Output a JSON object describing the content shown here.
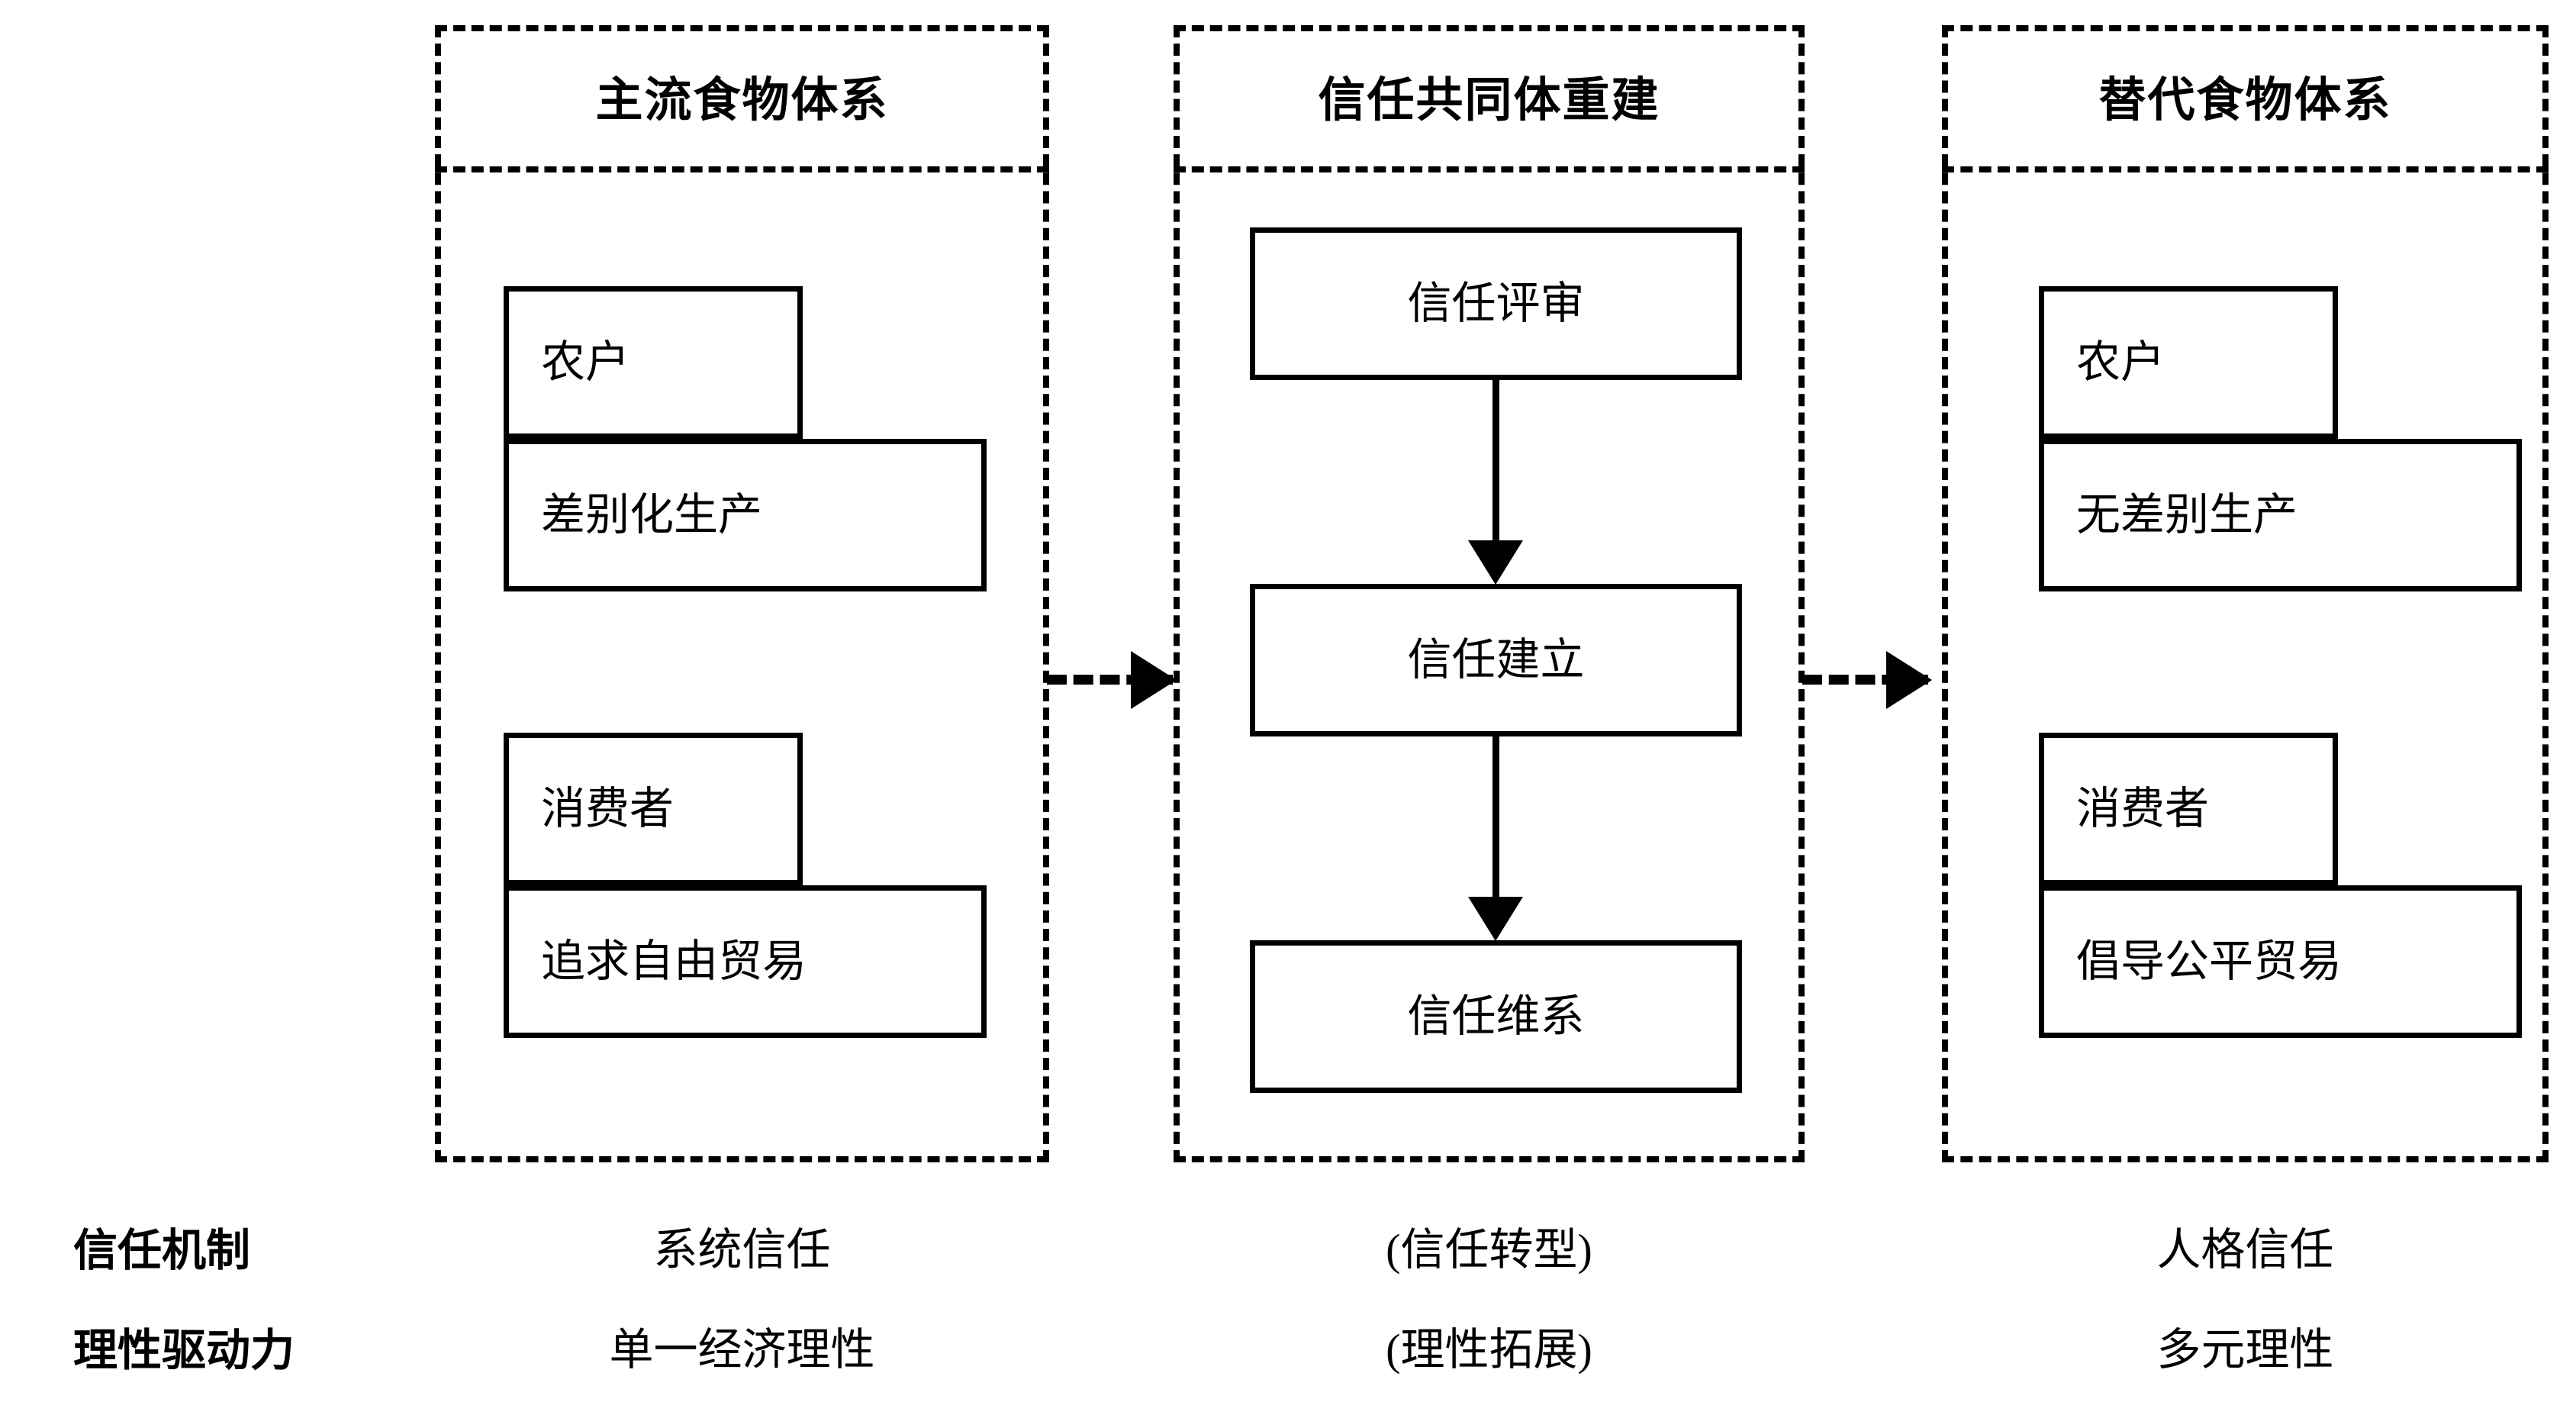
{
  "diagram": {
    "panels": [
      {
        "id": "mainstream",
        "title": "主流食物体系",
        "groups": [
          {
            "actor": "农户",
            "attribute": "差别化生产"
          },
          {
            "actor": "消费者",
            "attribute": "追求自由贸易"
          }
        ]
      },
      {
        "id": "trust-community",
        "title": "信任共同体重建",
        "steps": [
          "信任评审",
          "信任建立",
          "信任维系"
        ]
      },
      {
        "id": "alternative",
        "title": "替代食物体系",
        "groups": [
          {
            "actor": "农户",
            "attribute": "无差别生产"
          },
          {
            "actor": "消费者",
            "attribute": "倡导公平贸易"
          }
        ]
      }
    ],
    "connectors": [
      {
        "id": "left-to-middle",
        "style": "dashed",
        "direction": "right"
      },
      {
        "id": "middle-to-right",
        "style": "dashed",
        "direction": "right"
      },
      {
        "id": "step1-to-step2",
        "style": "solid",
        "direction": "down"
      },
      {
        "id": "step2-to-step3",
        "style": "solid",
        "direction": "down"
      }
    ],
    "matrix": {
      "rows": [
        {
          "label": "信任机制",
          "values": [
            "系统信任",
            "(信任转型)",
            "人格信任"
          ]
        },
        {
          "label": "理性驱动力",
          "values": [
            "单一经济理性",
            "(理性拓展)",
            "多元理性"
          ]
        }
      ]
    },
    "colors": {
      "stroke": "#000000",
      "background": "#ffffff"
    }
  }
}
